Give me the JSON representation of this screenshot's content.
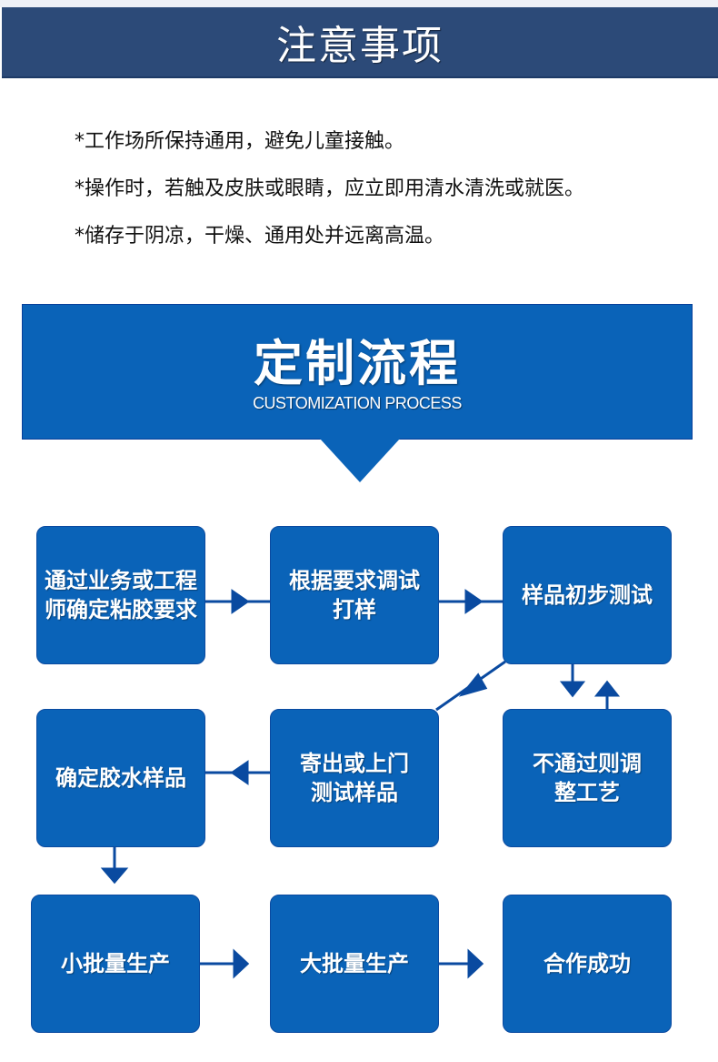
{
  "notice": {
    "title": "注意事项",
    "items": [
      "*工作场所保持通用，避免儿童接触。",
      "*操作时，若触及皮肤或眼睛，应立即用清水清洗或就医。",
      "*储存于阴凉，干燥、通用处并远离高温。"
    ]
  },
  "process": {
    "title": "定制流程",
    "subtitle": "CUSTOMIZATION PROCESS",
    "steps": [
      {
        "id": "confirm-requirements",
        "label": "通过业务或工程师确定粘胶要求"
      },
      {
        "id": "debug-sample",
        "label": "根据要求调试打样"
      },
      {
        "id": "initial-test",
        "label": "样品初步测试"
      },
      {
        "id": "confirm-sample",
        "label": "确定胶水样品"
      },
      {
        "id": "send-test",
        "label": "寄出或上门测试样品"
      },
      {
        "id": "adjust-process",
        "label": "不通过则调整工艺"
      },
      {
        "id": "small-batch",
        "label": "小批量生产"
      },
      {
        "id": "large-batch",
        "label": "大批量生产"
      },
      {
        "id": "success",
        "label": "合作成功"
      }
    ]
  },
  "colors": {
    "notice_header": "#2c4a78",
    "process_blue": "#0a63b8",
    "connector": "#0a4aa0"
  }
}
